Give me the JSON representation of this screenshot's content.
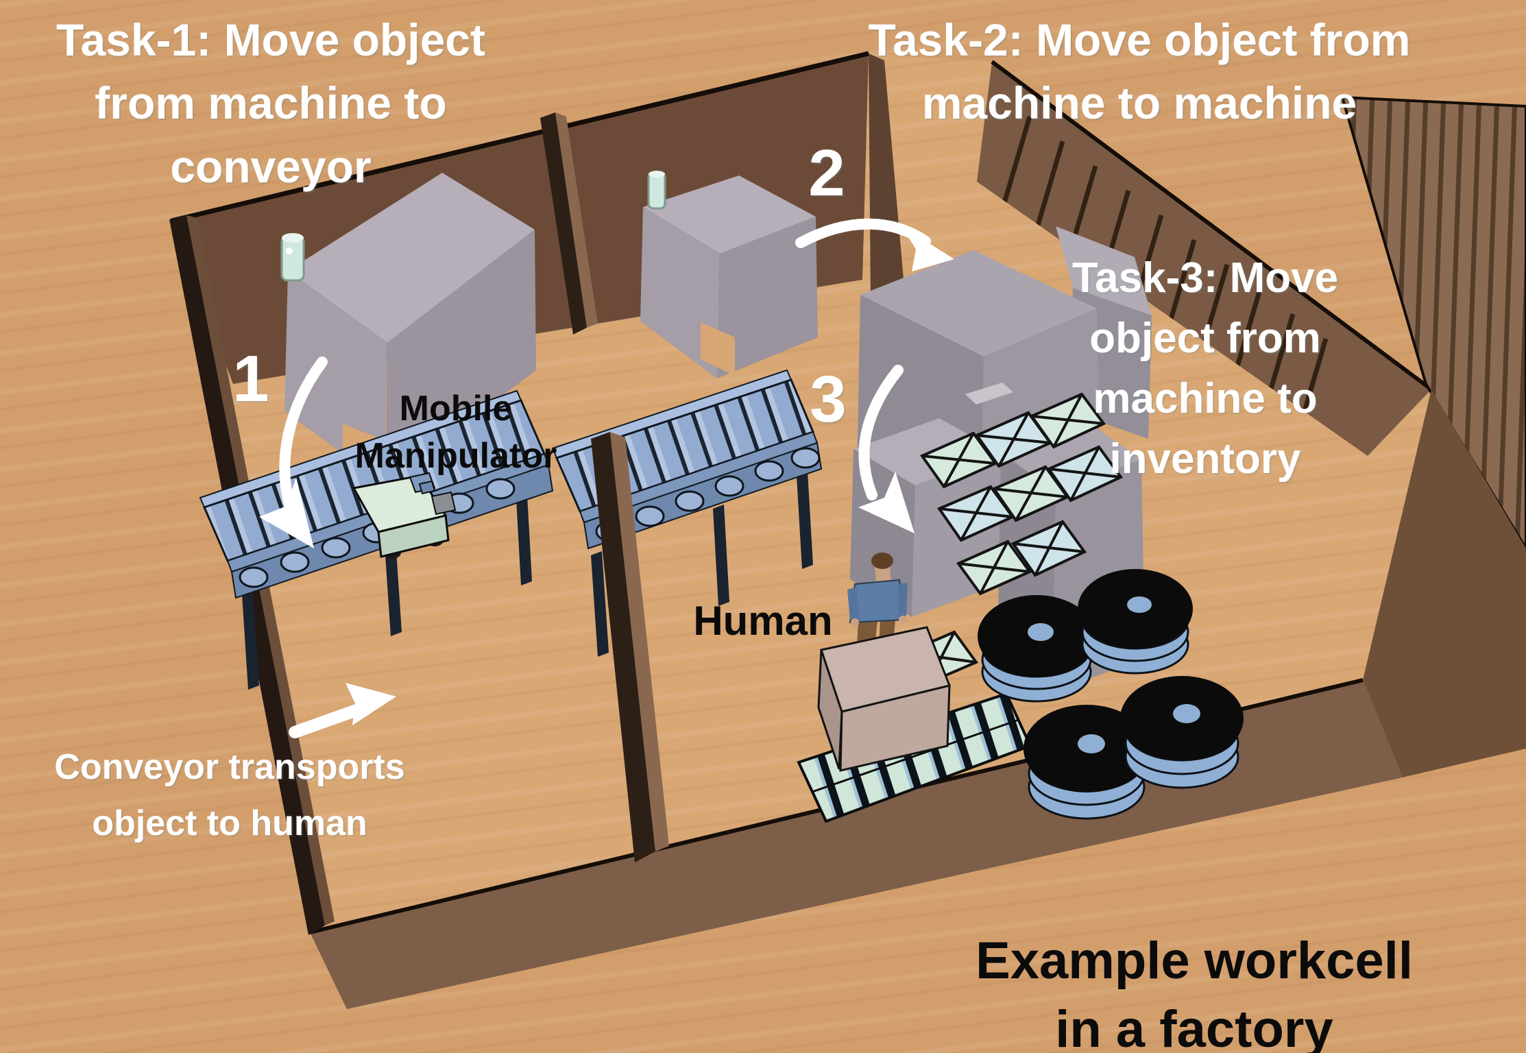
{
  "annotations": {
    "task1": {
      "line1": "Task-1: Move object",
      "line2": "from machine to",
      "line3": "conveyor"
    },
    "task2": {
      "line1": "Task-2: Move object from",
      "line2": "machine to machine"
    },
    "task3": {
      "line1": "Task-3: Move",
      "line2": "object from",
      "line3": "machine to",
      "line4": "inventory"
    },
    "step1": "1",
    "step2": "2",
    "step3": "3",
    "mobile_manipulator": {
      "line1": "Mobile",
      "line2": "Manipulator"
    },
    "human": "Human",
    "conveyor_note": {
      "line1": "Conveyor transports",
      "line2": "object to human"
    },
    "caption": {
      "line1": "Example workcell",
      "line2": "in a factory"
    }
  },
  "colors": {
    "background_wood": "#d29e6c",
    "floor_wood": "#d8a774",
    "wall_dark_brown": "#6b4b37",
    "wall_light_brown": "#7d5e48",
    "machine_gray": "#a8a0aa",
    "machine_top_gray": "#b6aeb8",
    "stack_light_green": "#cfe8df",
    "conveyor_blue": "#8fa8ce",
    "crate_pale_green": "#d6e9dd",
    "tire_black": "#0b0b0b",
    "band_blue": "#8fb0d4",
    "annotation_white": "#ffffff",
    "annotation_black": "#0a0a0a"
  },
  "scene_objects": [
    "machine-1",
    "machine-2",
    "machine-cluster",
    "conveyor-left",
    "conveyor-right",
    "mobile-manipulator-robot",
    "human-figure",
    "inventory-crates",
    "tire-stacks",
    "pallet-row",
    "work-table",
    "divider-wall",
    "vented-wall"
  ]
}
